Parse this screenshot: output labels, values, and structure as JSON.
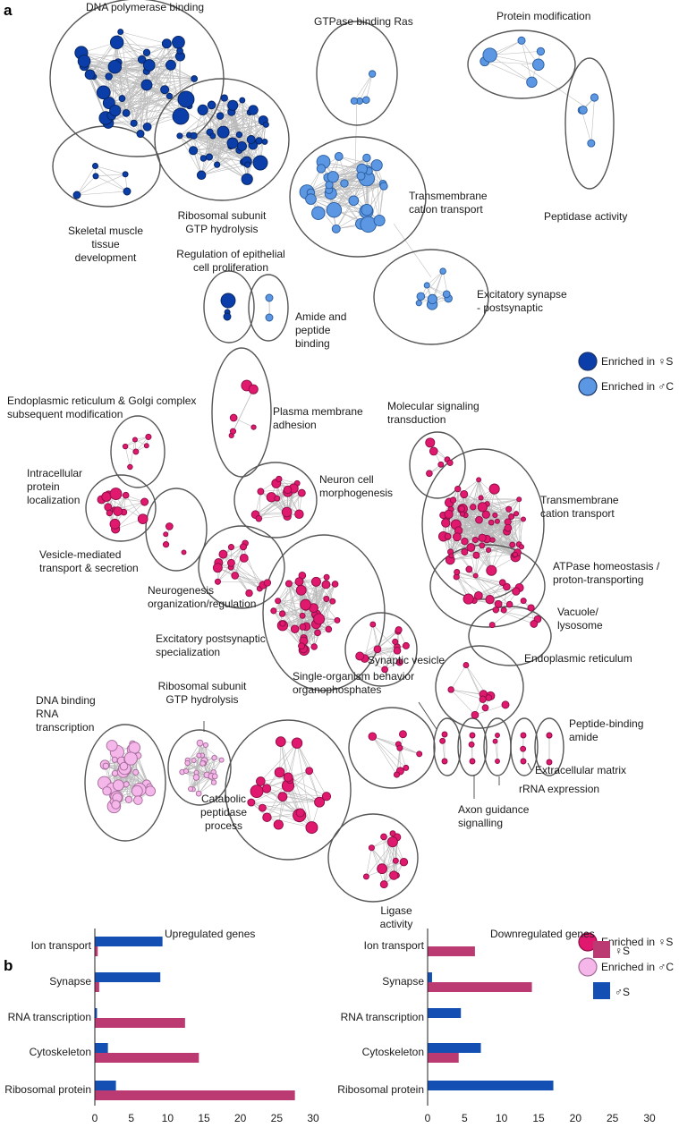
{
  "panel_a": {
    "label": "a",
    "top_clusters": [
      {
        "label": "DNA polymerase binding"
      },
      {
        "label": "Skeletal muscle\ntissue\ndevelopment"
      },
      {
        "label": "Ribosomal subunit\nGTP hydrolysis"
      },
      {
        "label": "GTPase binding Ras"
      },
      {
        "label": "Transmembrane\ncation transport"
      },
      {
        "label": "Protein modification"
      },
      {
        "label": "Peptidase activity"
      },
      {
        "label": "Regulation of epithelial\ncell proliferation"
      },
      {
        "label": "Amide and\npeptide\nbinding"
      },
      {
        "label": "Excitatory synapse\n- postsynaptic"
      }
    ],
    "legend_top": [
      {
        "label": "Enriched in ♀S",
        "color": "#0b3ea8"
      },
      {
        "label": "Enriched in ♂C",
        "color": "#5b97e2"
      }
    ],
    "bottom_clusters": [
      {
        "label": "Endoplasmic reticulum & Golgi complex\nsubsequent modification"
      },
      {
        "label": "Intracellular\nprotein\nlocalization"
      },
      {
        "label": "Vesicle-mediated\ntransport & secretion"
      },
      {
        "label": "Plasma membrane\nadhesion"
      },
      {
        "label": "Neuron cell\nmorphogenesis"
      },
      {
        "label": "Neurogenesis\norganization/regulation"
      },
      {
        "label": "Excitatory postsynaptic\nspecialization"
      },
      {
        "label": "Synaptic vesicle"
      },
      {
        "label": "Molecular signaling\ntransduction"
      },
      {
        "label": "Transmembrane\ncation transport"
      },
      {
        "label": "ATPase homeostasis /\nproton-transporting"
      },
      {
        "label": "Vacuole/\nlysosome"
      },
      {
        "label": "Endoplasmic reticulum"
      },
      {
        "label": "DNA binding\nRNA\ntranscription"
      },
      {
        "label": "Ribosomal subunit\nGTP hydrolysis"
      },
      {
        "label": "Single-organism behavior\norganophosphates"
      },
      {
        "label": "Catabolic\npeptidase\nprocess"
      },
      {
        "label": "Ligase\nactivity"
      },
      {
        "label": "Peptide-binding\namide"
      },
      {
        "label": "Extracellular matrix"
      },
      {
        "label": "rRNA expression"
      },
      {
        "label": "Axon guidance\nsignalling"
      }
    ],
    "legend_bottom": [
      {
        "label": "Enriched in ♀S",
        "color": "#e0196e"
      },
      {
        "label": "Enriched in ♂C",
        "color": "#f5b6ea"
      }
    ]
  },
  "panel_b_label": "b",
  "chart_data": [
    {
      "type": "bar",
      "orientation": "horizontal",
      "title": "Upregulated genes",
      "categories": [
        "Ion transport",
        "Synapse",
        "RNA transcription",
        "Cytoskeleton",
        "Ribosomal protein"
      ],
      "series": [
        {
          "name": "♂S",
          "color": "#1450b4",
          "values": [
            9.3,
            9.0,
            0.3,
            1.8,
            2.9
          ]
        },
        {
          "name": "♀S",
          "color": "#bb3a72",
          "values": [
            0.4,
            0.6,
            12.4,
            14.3,
            27.5
          ]
        }
      ],
      "xlim": [
        0,
        30
      ],
      "xticks": [
        "0",
        "5",
        "10",
        "15",
        "20",
        "25",
        "30"
      ]
    },
    {
      "type": "bar",
      "orientation": "horizontal",
      "title": "Downregulated genes",
      "categories": [
        "Ion transport",
        "Synapse",
        "RNA transcription",
        "Cytoskeleton",
        "Ribosomal protein"
      ],
      "series": [
        {
          "name": "♂S",
          "color": "#1450b4",
          "values": [
            0,
            0.6,
            4.5,
            7.2,
            17.0
          ]
        },
        {
          "name": "♀S",
          "color": "#bb3a72",
          "values": [
            6.4,
            14.1,
            0,
            4.2,
            0
          ]
        }
      ],
      "xlim": [
        0,
        30
      ],
      "xticks": [
        "0",
        "5",
        "10",
        "15",
        "20",
        "25",
        "30"
      ]
    }
  ],
  "legend_b": [
    {
      "label": "♀S",
      "color": "#bb3a72"
    },
    {
      "label": "♂S",
      "color": "#1450b4"
    }
  ]
}
